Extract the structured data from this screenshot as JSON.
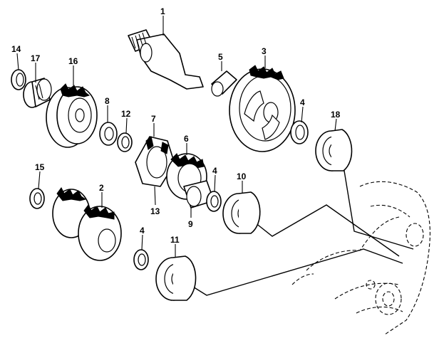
{
  "callouts": {
    "c1": "1",
    "c2": "2",
    "c3": "3",
    "c4a": "4",
    "c4b": "4",
    "c4c": "4",
    "c5": "5",
    "c6": "6",
    "c7": "7",
    "c8": "8",
    "c9": "9",
    "c10": "10",
    "c11": "11",
    "c12": "12",
    "c13": "13",
    "c14": "14",
    "c15": "15",
    "c16": "16",
    "c17": "17",
    "c18": "18"
  },
  "colors": {
    "ink": "#000000",
    "paper": "#ffffff"
  }
}
